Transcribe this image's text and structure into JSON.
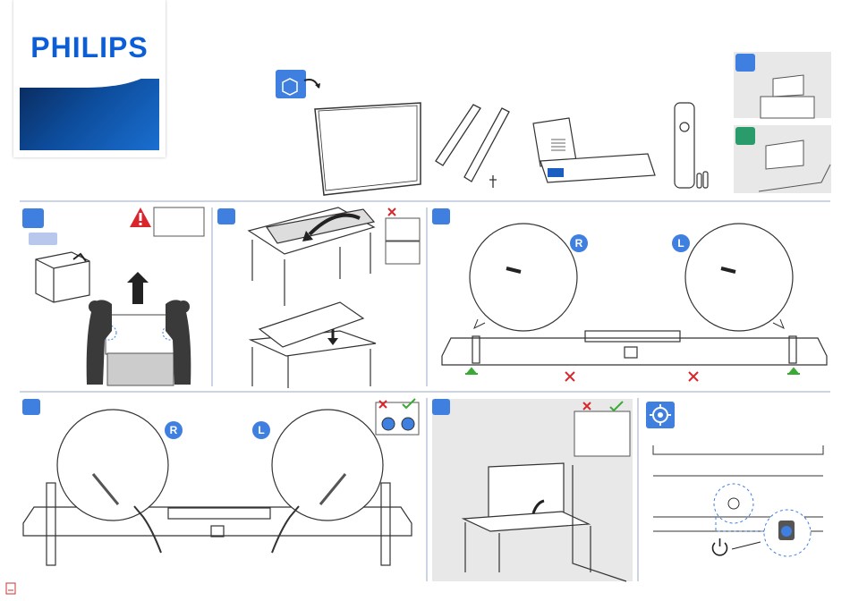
{
  "brand": {
    "logo_text": "PHILIPS"
  },
  "callouts": {
    "right_label": "R",
    "left_label": "L"
  },
  "colors": {
    "accent_blue": "#3e7fe0",
    "accent_green": "#2a9b6b",
    "warning_red": "#d9262c",
    "ok_green": "#3aa935",
    "panel_gray": "#e8e8e8"
  },
  "icons": [
    "unbox-icon",
    "warning-icon",
    "power-icon",
    "target-icon",
    "check-icon",
    "cross-icon",
    "up-arrow-icon"
  ]
}
